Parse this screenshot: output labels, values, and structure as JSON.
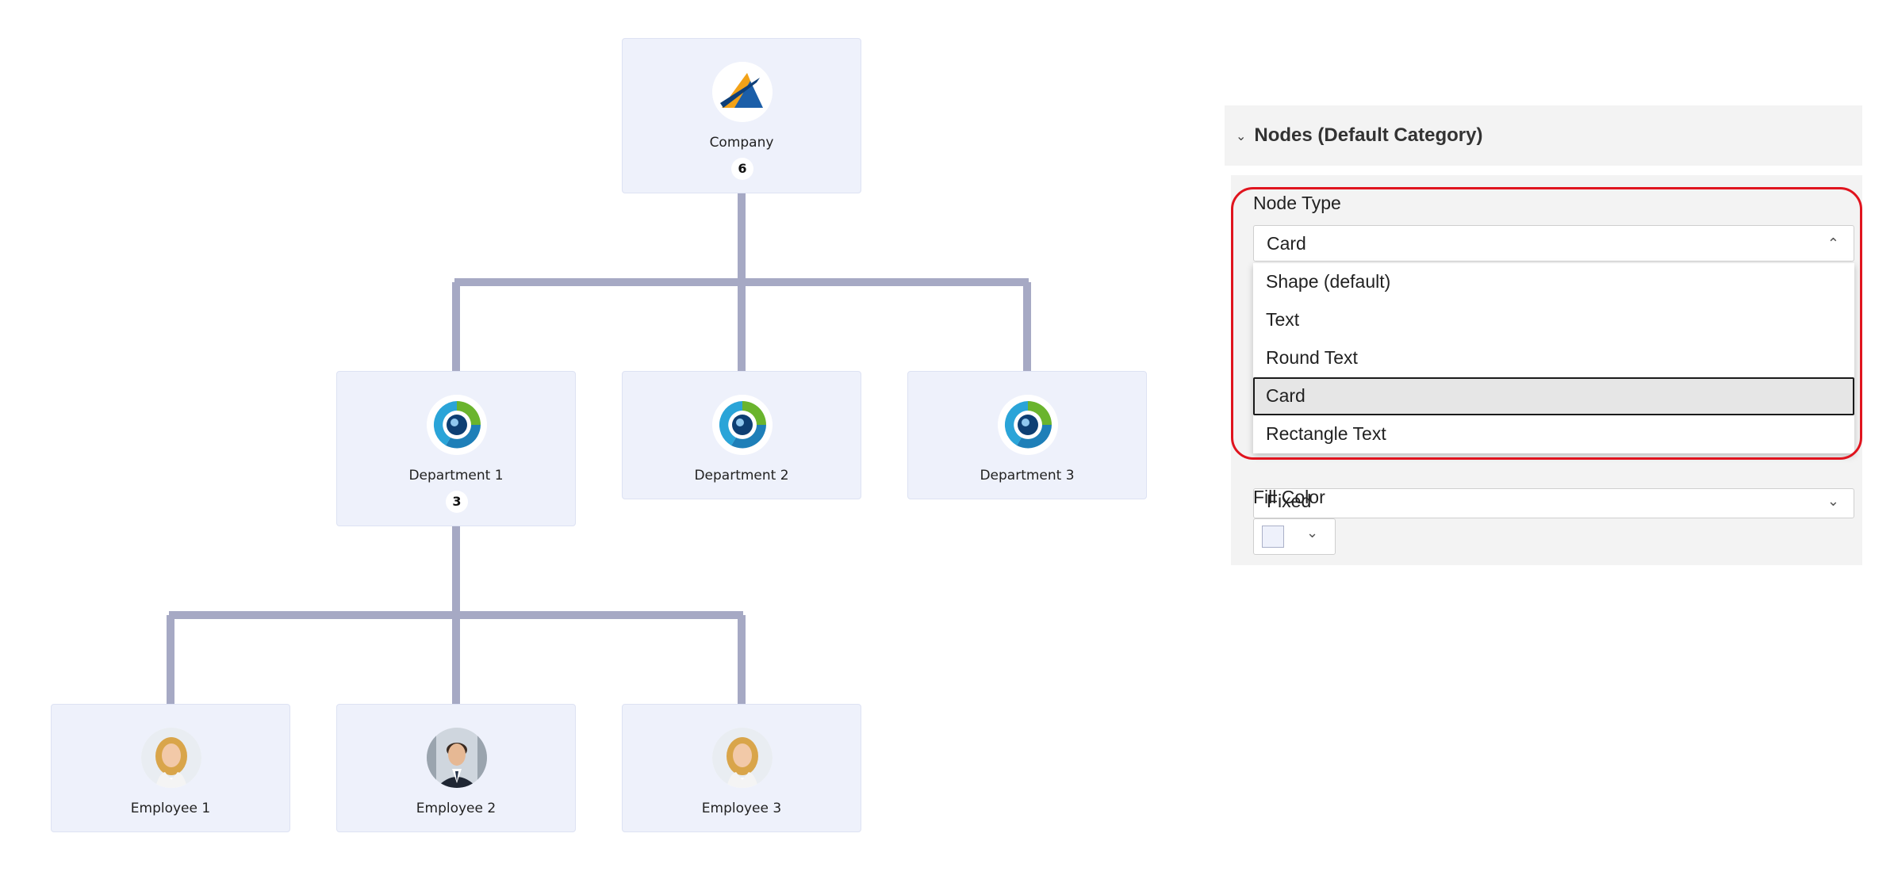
{
  "org_chart": {
    "connector_color": "#a6a9c4",
    "node_fill": "#eef1fb",
    "nodes": {
      "company": {
        "label": "Company",
        "count": "6",
        "icon": "company-logo-icon"
      },
      "dept1": {
        "label": "Department 1",
        "count": "3",
        "icon": "department-logo-icon"
      },
      "dept2": {
        "label": "Department 2",
        "icon": "department-logo-icon"
      },
      "dept3": {
        "label": "Department 3",
        "icon": "department-logo-icon"
      },
      "emp1": {
        "label": "Employee 1",
        "icon": "woman-avatar-icon"
      },
      "emp2": {
        "label": "Employee 2",
        "icon": "man-avatar-icon"
      },
      "emp3": {
        "label": "Employee 3",
        "icon": "woman-avatar-icon"
      }
    }
  },
  "panel": {
    "section_title": "Nodes (Default Category)",
    "node_type": {
      "label": "Node Type",
      "value": "Card",
      "options": [
        "Shape (default)",
        "Text",
        "Round Text",
        "Card",
        "Rectangle Text"
      ],
      "selected": "Card"
    },
    "hidden_select_value": "Fixed",
    "fill_color": {
      "label": "Fill Color",
      "value_color": "#eef1fb"
    },
    "highlight_color": "#e0141e"
  }
}
